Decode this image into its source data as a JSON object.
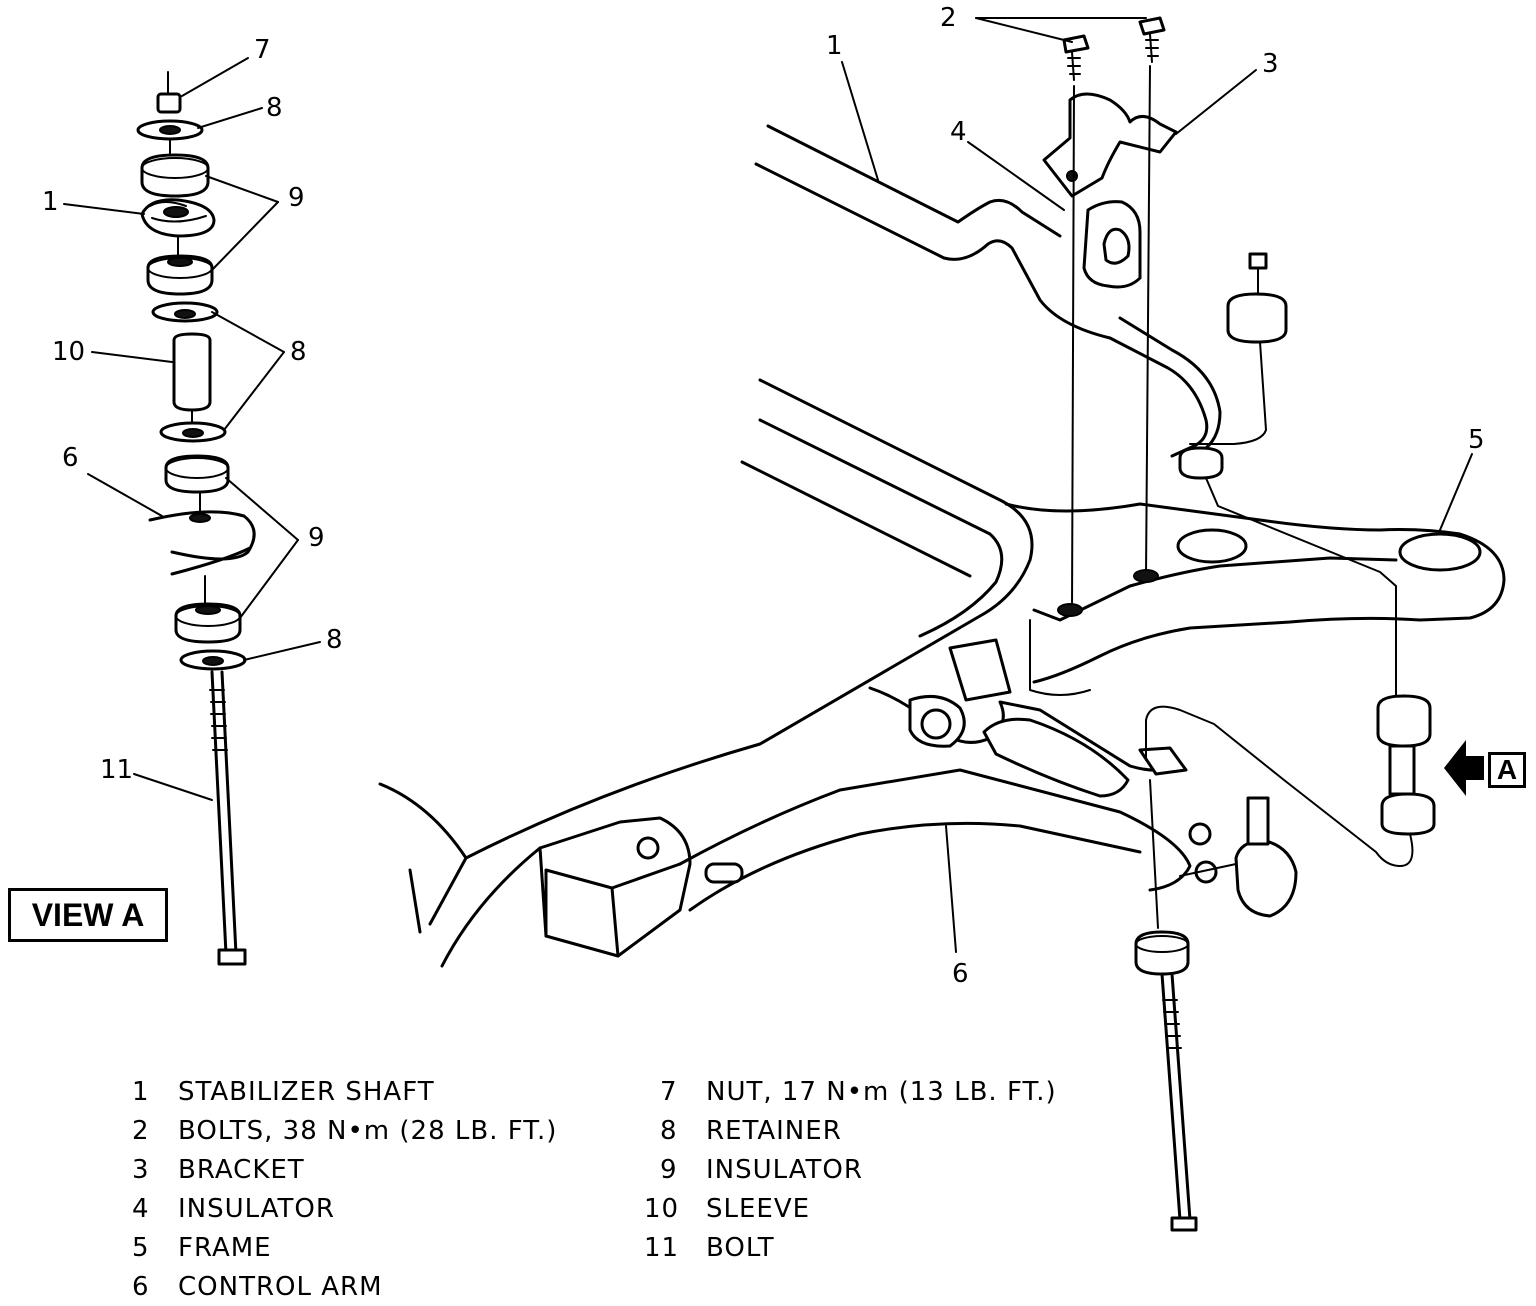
{
  "view_label": "VIEW A",
  "view_arrow_label": "A",
  "callouts": {
    "c1_main": "1",
    "c2_main": "2",
    "c3_main": "3",
    "c4_main": "4",
    "c5_main": "5",
    "c6_main": "6",
    "c7_view": "7",
    "c8_view_top": "8",
    "c1_view": "1",
    "c9_view_top": "9",
    "c10_view": "10",
    "c8_view_mid": "8",
    "c6_view": "6",
    "c9_view_bottom": "9",
    "c8_view_bottom": "8",
    "c11_view": "11"
  },
  "legend": [
    {
      "num": "1",
      "text": "STABILIZER SHAFT"
    },
    {
      "num": "2",
      "text": "BOLTS, 38 N•m (28 LB. FT.)"
    },
    {
      "num": "3",
      "text": "BRACKET"
    },
    {
      "num": "4",
      "text": "INSULATOR"
    },
    {
      "num": "5",
      "text": "FRAME"
    },
    {
      "num": "6",
      "text": "CONTROL ARM"
    },
    {
      "num": "7",
      "text": "NUT, 17 N•m (13 LB. FT.)"
    },
    {
      "num": "8",
      "text": "RETAINER"
    },
    {
      "num": "9",
      "text": "INSULATOR"
    },
    {
      "num": "10",
      "text": "SLEEVE"
    },
    {
      "num": "11",
      "text": "BOLT"
    }
  ]
}
